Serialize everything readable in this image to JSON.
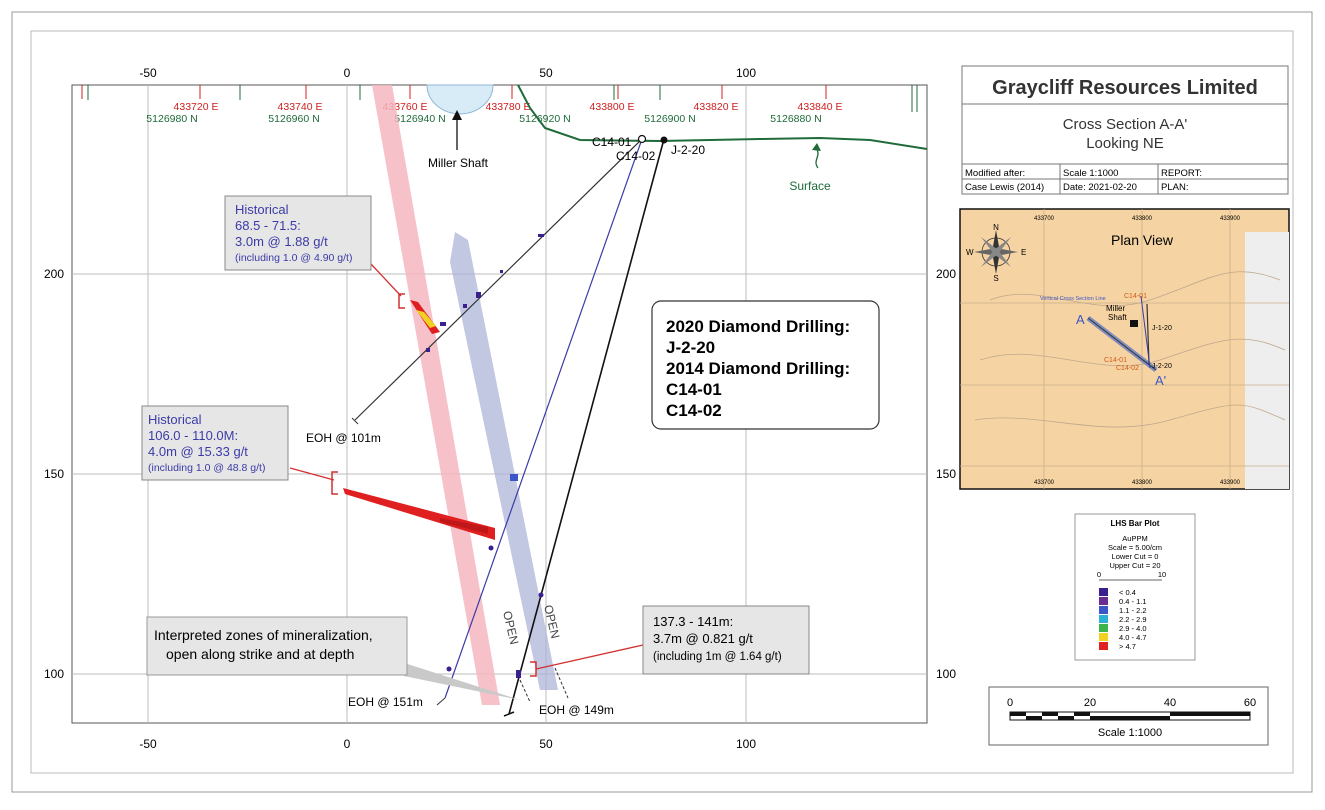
{
  "title_block": {
    "company": "Graycliff Resources Limited",
    "section_title": "Cross Section A-A'",
    "section_sub": "Looking NE",
    "modified_after_label": "Modified after:",
    "modified_after_value": "Case Lewis (2014)",
    "scale_label": "Scale 1:1000",
    "date_label": "Date: 2021-02-20",
    "report_label": "REPORT:",
    "plan_label": "PLAN:"
  },
  "axes": {
    "x_ticks": [
      "-50",
      "0",
      "50",
      "100"
    ],
    "x_tick_values": [
      -50,
      0,
      50,
      100
    ],
    "y_ticks": [
      "200",
      "150",
      "100"
    ],
    "y_tick_values": [
      200,
      150,
      100
    ],
    "easting_labels": [
      "433720  E",
      "433740  E",
      "433760  E",
      "433780  E",
      "433800  E",
      "433820  E",
      "433840  E"
    ],
    "northing_labels": [
      "5126980  N",
      "5126960  N",
      "5126940  N",
      "5126920  N",
      "5126900  N",
      "5126880  N"
    ]
  },
  "features": {
    "miller_shaft": "Miller Shaft",
    "surface": "Surface",
    "collar_c1401": "C14-01",
    "collar_c1402": "C14-02",
    "collar_j220": "J-2-20",
    "eoh_101": "EOH @ 101m",
    "eoh_151": "EOH @ 151m",
    "eoh_149": "EOH @ 149m",
    "open_1": "OPEN",
    "open_2": "OPEN"
  },
  "callouts": {
    "historical_1": {
      "title": "Historical",
      "interval": "68.5 - 71.5:",
      "grade": "3.0m @ 1.88 g/t",
      "including": "(including 1.0 @ 4.90 g/t)"
    },
    "historical_2": {
      "title": "Historical",
      "interval": "106.0 - 110.0M:",
      "grade": "4.0m @ 15.33 g/t",
      "including": "(including 1.0 @ 48.8 g/t)"
    },
    "recent": {
      "interval": "137.3 - 141m:",
      "grade": "3.7m @ 0.821 g/t",
      "including": "(including 1m @ 1.64 g/t)"
    },
    "interpreted": {
      "line1": "Interpreted zones of mineralization,",
      "line2": "open along strike and at depth"
    }
  },
  "drilling_box": {
    "line1": "2020 Diamond Drilling:",
    "line2": "J-2-20",
    "line3": "2014 Diamond Drilling:",
    "line4": "C14-01",
    "line5": "C14-02"
  },
  "plan_view": {
    "title": "Plan View",
    "top_labels": [
      "433700",
      "433800",
      "433900"
    ],
    "section_line_label": "Vertical Cross Section Line",
    "a_label": "A",
    "a_prime_label": "A'",
    "miller": "Miller",
    "shaft": "Shaft",
    "c1401": "C14-01",
    "c1402": "C14-02",
    "j120": "J-1-20",
    "j220": "J-2-20",
    "compass": [
      "N",
      "S",
      "E",
      "W"
    ]
  },
  "legend": {
    "title": "LHS Bar Plot",
    "field": "AuPPM",
    "scale": "Scale = 5.00/cm",
    "lower": "Lower Cut = 0",
    "upper": "Upper Cut = 20",
    "bar_min": "0",
    "bar_max": "10",
    "items": [
      {
        "label": "< 0.4",
        "color": "#3a1f8f"
      },
      {
        "label": "0.4 - 1.1",
        "color": "#6a2c91"
      },
      {
        "label": "1.1 - 2.2",
        "color": "#3b56c8"
      },
      {
        "label": "2.2 - 2.9",
        "color": "#2bb0d8"
      },
      {
        "label": "2.9 - 4.0",
        "color": "#3cb44b"
      },
      {
        "label": "4.0 - 4.7",
        "color": "#f0d020"
      },
      {
        "label": "> 4.7",
        "color": "#e02020"
      }
    ]
  },
  "scale_bar": {
    "ticks": [
      "0",
      "20",
      "40",
      "60"
    ],
    "label": "Scale 1:1000"
  },
  "colors": {
    "surface": "#1f6b3a",
    "easting": "#d02020",
    "northing": "#1f6b3a",
    "callout_text": "#3b3ba8",
    "intercept": "#d23030",
    "pink_zone": "#f4b6bf",
    "blue_zone": "#aeb4d8",
    "plan_bg": "#f6d3a2"
  }
}
